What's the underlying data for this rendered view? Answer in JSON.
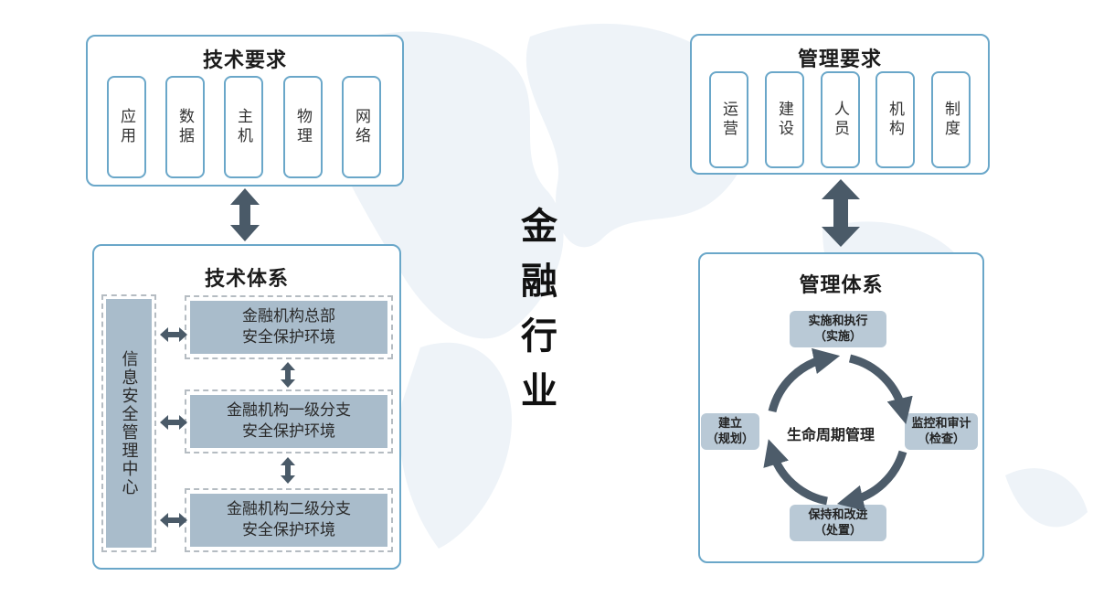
{
  "center_title": "金融行业",
  "left": {
    "top_panel": {
      "title": "技术要求",
      "items": [
        "应用",
        "数据",
        "主机",
        "物理",
        "网络"
      ]
    },
    "bottom_panel": {
      "title": "技术体系",
      "side_label": "信息安全管理中心",
      "rows": [
        {
          "line1": "金融机构总部",
          "line2": "安全保护环境"
        },
        {
          "line1": "金融机构一级分支",
          "line2": "安全保护环境"
        },
        {
          "line1": "金融机构二级分支",
          "line2": "安全保护环境"
        }
      ]
    }
  },
  "right": {
    "top_panel": {
      "title": "管理要求",
      "items": [
        "运营",
        "建设",
        "人员",
        "机构",
        "制度"
      ]
    },
    "bottom_panel": {
      "title": "管理体系",
      "center_label": "生命周期管理",
      "nodes": {
        "top": {
          "line1": "实施和执行",
          "line2": "（实施）"
        },
        "right": {
          "line1": "监控和审计",
          "line2": "（检查）"
        },
        "bottom": {
          "line1": "保持和改进",
          "line2": "（处置）"
        },
        "left": {
          "line1": "建立",
          "line2": "（规划）"
        }
      }
    }
  },
  "colors": {
    "panel_border": "#6aa7c9",
    "block_fill": "#a9bccb",
    "arrow": "#4a5a68",
    "cycle_arrow": "#4d5c6a"
  }
}
